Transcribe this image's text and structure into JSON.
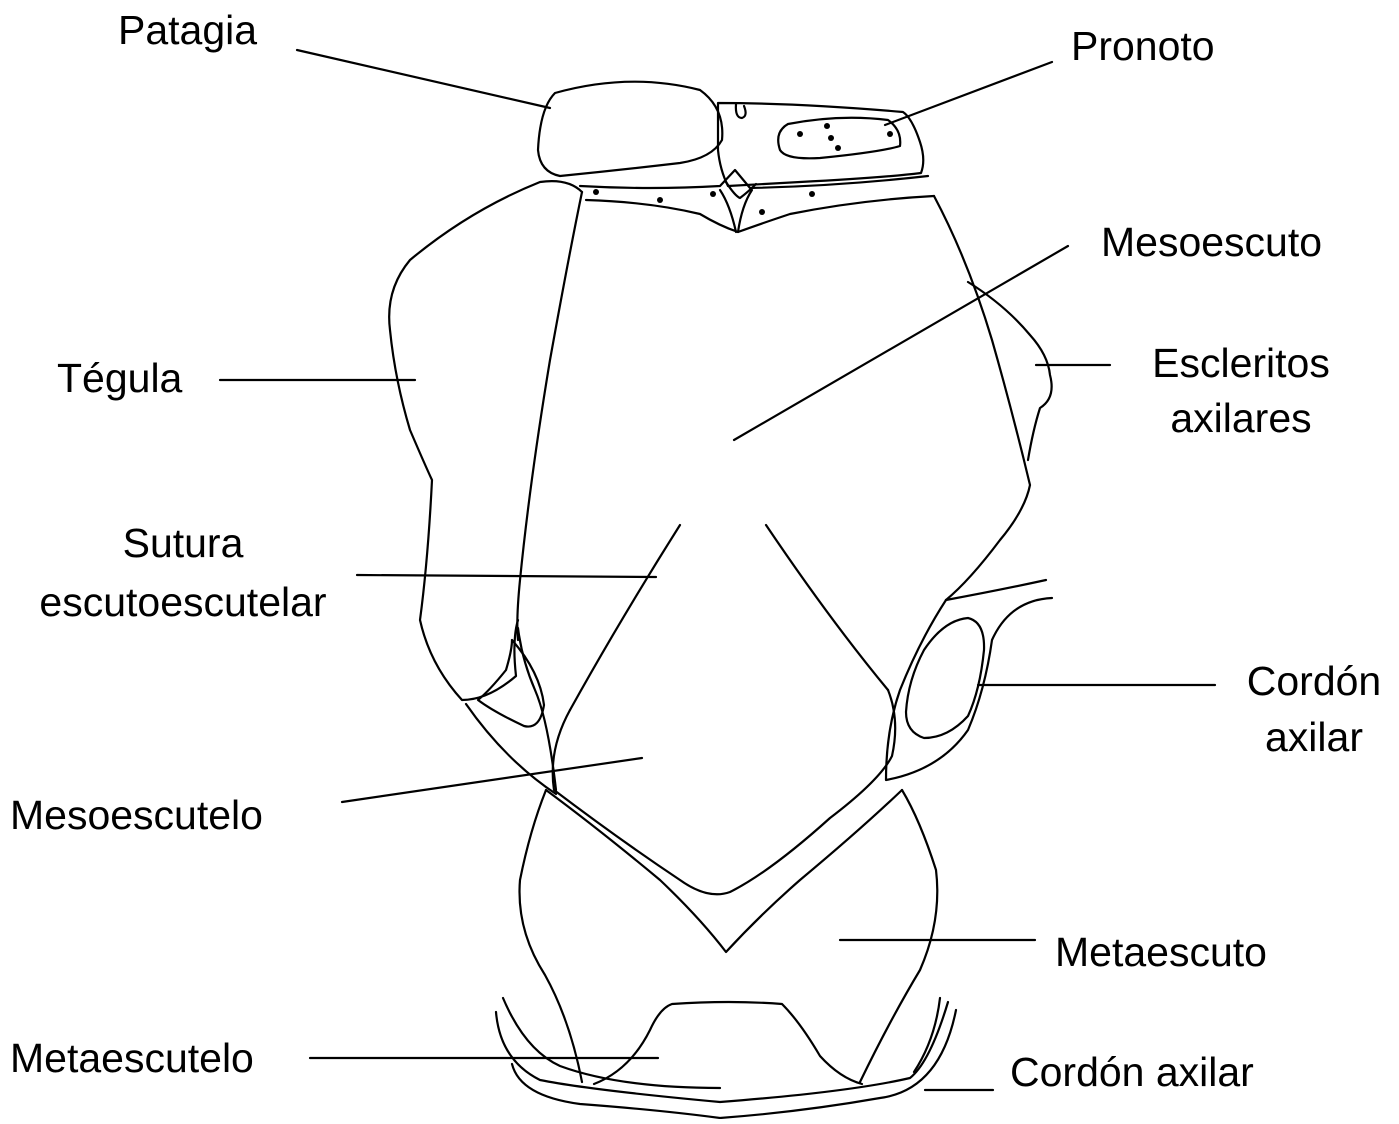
{
  "labels": {
    "patagia": "Patagia",
    "pronoto": "Pronoto",
    "mesoescuto": "Mesoescuto",
    "tegula": "Tégula",
    "escleritos_line1": "Escleritos",
    "escleritos_line2": "axilares",
    "sutura_line1": "Sutura",
    "sutura_line2": "escutoescutelar",
    "cordon_axilar_right_line1": "Cordón",
    "cordon_axilar_right_line2": "axilar",
    "mesoescutelo": "Mesoescutelo",
    "metaescuto": "Metaescuto",
    "metaescutelo": "Metaescutelo",
    "cordon_axilar_bottom": "Cordón axilar"
  }
}
